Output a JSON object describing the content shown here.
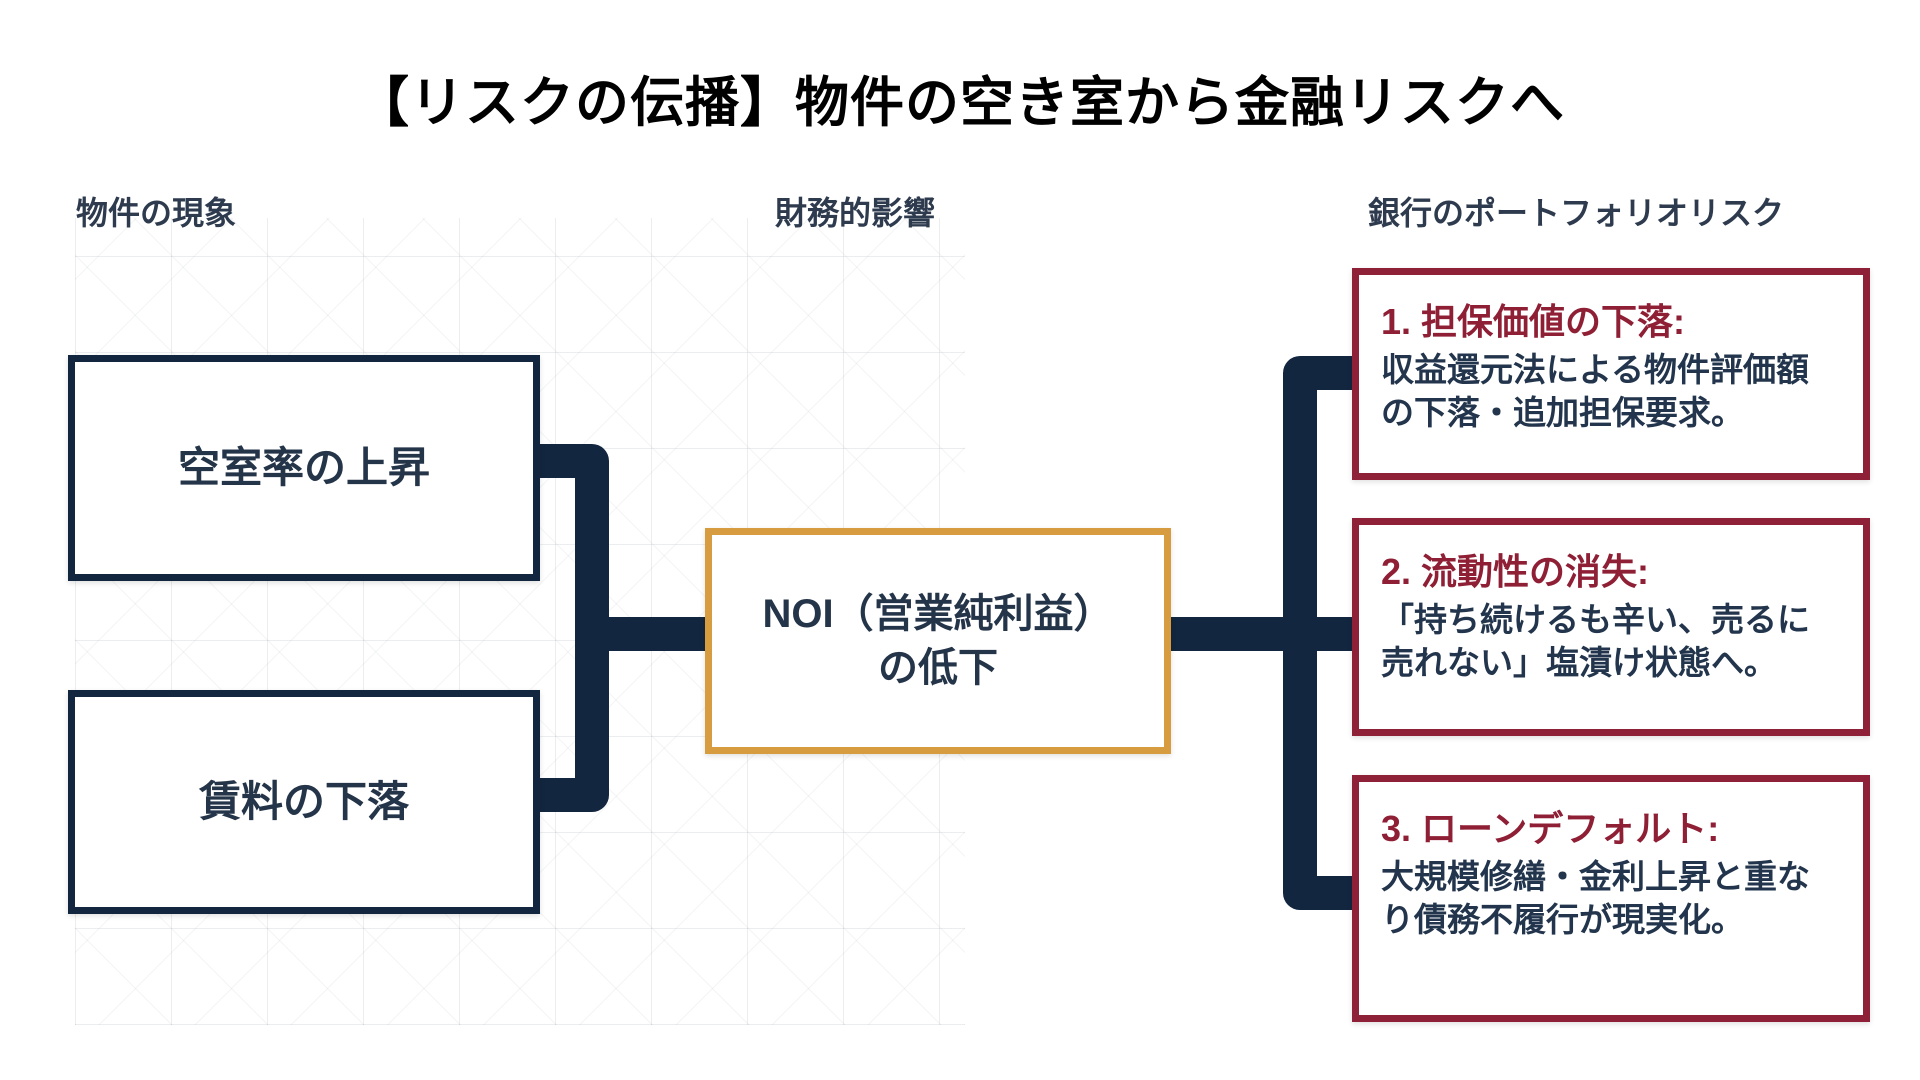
{
  "title": "【リスクの伝播】物件の空き室から金融リスクへ",
  "columns": {
    "left": "物件の現象",
    "middle": "財務的影響",
    "right": "銀行のポートフォリオリスク"
  },
  "nodes": {
    "vacancy": "空室率の上昇",
    "rent": "賃料の下落",
    "noi": "NOI（営業純利益）\nの低下"
  },
  "risks": [
    {
      "heading": "1. 担保価値の下落:",
      "body": "収益還元法による物件評価額\nの下落・追加担保要求。"
    },
    {
      "heading": "2. 流動性の消失:",
      "body": "「持ち続けるも辛い、売るに\n売れない」塩漬け状態へ。"
    },
    {
      "heading": "3. ローンデフォルト:",
      "body": "大規模修繕・金利上昇と重な\nり債務不履行が現実化。"
    }
  ],
  "colors": {
    "navy_border": "#13263f",
    "orange_border": "#d79b40",
    "maroon_border": "#8e2038",
    "risk_heading_red": "#8e1f35",
    "body_text": "#22354c",
    "connector": "#13263f"
  }
}
